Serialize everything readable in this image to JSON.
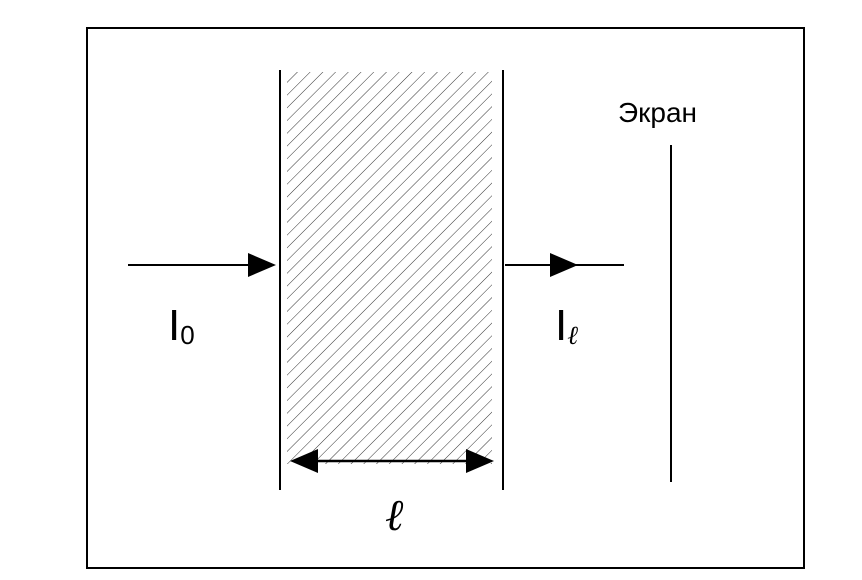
{
  "labels": {
    "screen": "Экран",
    "incident_main": "I",
    "incident_sub": "0",
    "transmitted_main": "I",
    "transmitted_sub": "ℓ",
    "thickness": "ℓ"
  },
  "colors": {
    "stroke": "#000000",
    "hatch": "#333333",
    "background": "#ffffff"
  }
}
